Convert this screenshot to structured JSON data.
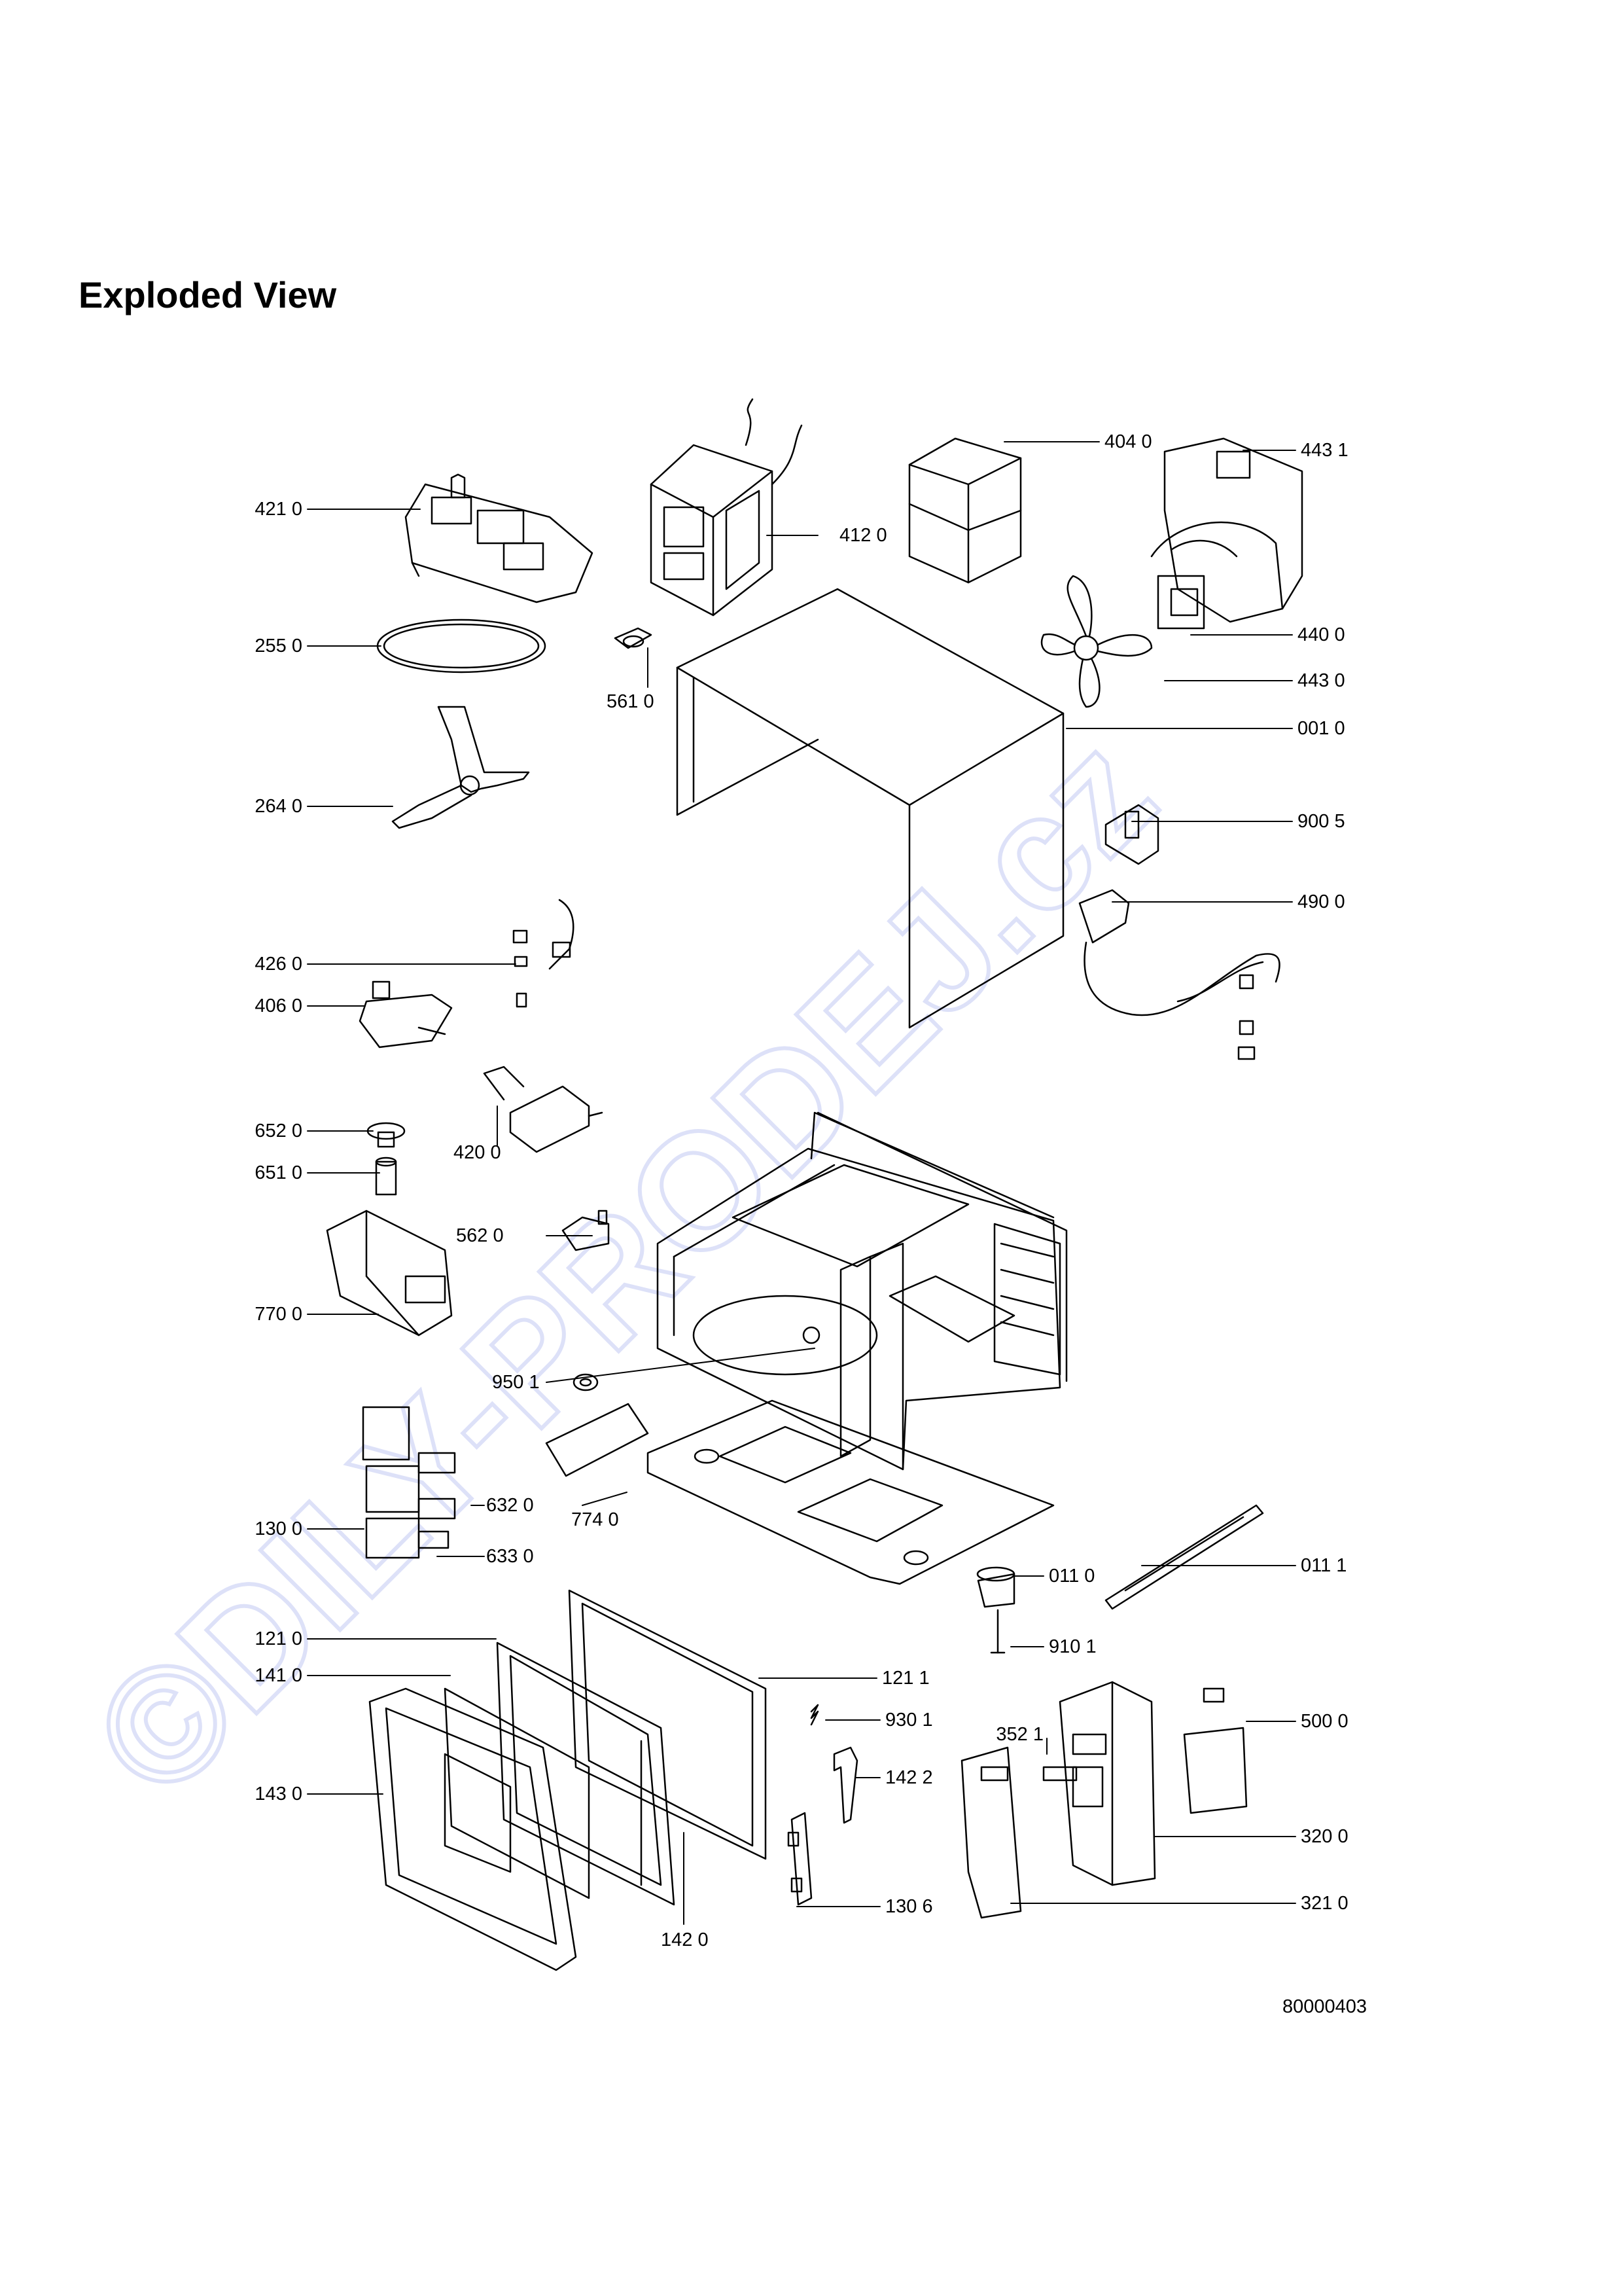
{
  "title": "Exploded View",
  "watermark": "©DILY-PRODEJ.cz",
  "drawing_number": "80000403",
  "labels": {
    "p421_0": "421 0",
    "p255_0": "255 0",
    "p264_0": "264 0",
    "p426_0": "426 0",
    "p406_0": "406 0",
    "p652_0": "652 0",
    "p651_0": "651 0",
    "p770_0": "770 0",
    "p130_0": "130 0",
    "p121_0": "121 0",
    "p141_0": "141 0",
    "p143_0": "143 0",
    "p412_0": "412 0",
    "p561_0": "561 0",
    "p404_0": "404 0",
    "p443_1": "443 1",
    "p440_0": "440 0",
    "p443_0": "443 0",
    "p001_0": "001 0",
    "p900_5": "900 5",
    "p490_0": "490 0",
    "p420_0": "420 0",
    "p562_0": "562 0",
    "p950_1": "950 1",
    "p632_0": "632 0",
    "p774_0": "774 0",
    "p633_0": "633 0",
    "p011_0": "011 0",
    "p011_1": "011 1",
    "p910_1": "910 1",
    "p121_1": "121 1",
    "p930_1": "930 1",
    "p352_1": "352 1",
    "p500_0": "500 0",
    "p142_2": "142 2",
    "p320_0": "320 0",
    "p130_6": "130 6",
    "p321_0": "321 0",
    "p142_0": "142 0"
  }
}
